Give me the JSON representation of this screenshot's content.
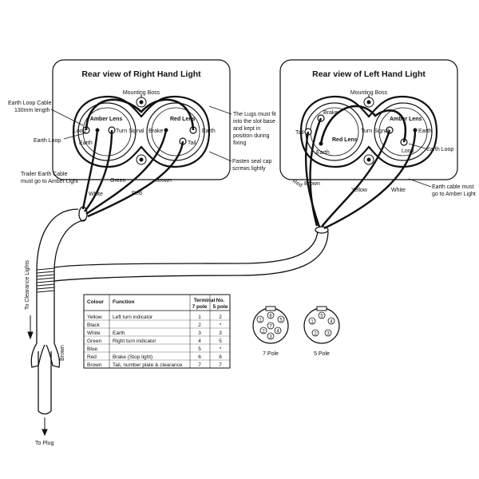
{
  "right_panel": {
    "title": "Rear view of Right Hand Light",
    "mounting_boss": "Mounting Boss",
    "earth_loop_cable_1": "Earth Loop Cable",
    "earth_loop_cable_2": "130mm length",
    "loop": "Loop",
    "earth_loop": "Earth Loop",
    "earth_left": "Earth",
    "amber_lens": "Amber Lens",
    "turn_signal": "Turn Signal",
    "brake": "Brake",
    "red_lens": "Red Lens",
    "earth_right": "Earth",
    "tail": "Tail",
    "lugs_1": "The Lugs must fit",
    "lugs_2": "into the slot base",
    "lugs_3": "and kept in",
    "lugs_4": "position during",
    "lugs_5": "fixing",
    "seal_1": "Fasten seal cap",
    "seal_2": "screws lightly",
    "trailer_1": "Trailer Earth Cable",
    "trailer_2": "must go to Amber Light",
    "wire_white": "White",
    "wire_green": "Green",
    "wire_red": "Red",
    "wire_brown": "Brown"
  },
  "left_panel": {
    "title": "Rear view of Left Hand Light",
    "mounting_boss": "Mounting Boss",
    "brake": "Brake",
    "tail": "Tail",
    "red_lens": "Red Lens",
    "earth_left": "Earth",
    "amber_lens": "Amber Lens",
    "turn_signal": "Turn Signal",
    "earth_right": "Earth",
    "loop": "Loop",
    "earth_loop": "Earth Loop",
    "wire_red": "Red",
    "wire_brown": "Brown",
    "wire_yellow": "Yellow",
    "wire_white": "White",
    "earth_cable_1": "Earth cable must",
    "earth_cable_2": "go to Amber Light"
  },
  "cable_labels": {
    "to_clearance": "To Clearance Lights",
    "brown": "Brown",
    "to_plug": "To Plug"
  },
  "table": {
    "headers": {
      "colour": "Colour",
      "function": "Function",
      "terminal": "Terminal",
      "no": "No.",
      "pole7": "7 pole",
      "pole5": "5 pole"
    },
    "rows": [
      {
        "colour": "Yellow",
        "function": "Left turn indicator",
        "t7": "1",
        "t5": "2"
      },
      {
        "colour": "Black",
        "function": "",
        "t7": "2",
        "t5": "*"
      },
      {
        "colour": "White",
        "function": "Earth",
        "t7": "3",
        "t5": "3"
      },
      {
        "colour": "Green",
        "function": "Right turn indicator",
        "t7": "4",
        "t5": "5"
      },
      {
        "colour": "Blue",
        "function": "",
        "t7": "5",
        "t5": "*"
      },
      {
        "colour": "Red",
        "function": "Brake (Stop light)",
        "t7": "6",
        "t5": "6"
      },
      {
        "colour": "Brown",
        "function": "Tail, number plate & clearance",
        "t7": "7",
        "t5": "7"
      }
    ]
  },
  "connectors": {
    "seven_pole": {
      "label": "7 Pole",
      "pins": [
        "1",
        "2",
        "3",
        "4",
        "5",
        "6",
        "7"
      ]
    },
    "five_pole": {
      "label": "5 Pole",
      "pins": [
        "1",
        "2",
        "3",
        "4",
        "5"
      ]
    }
  }
}
